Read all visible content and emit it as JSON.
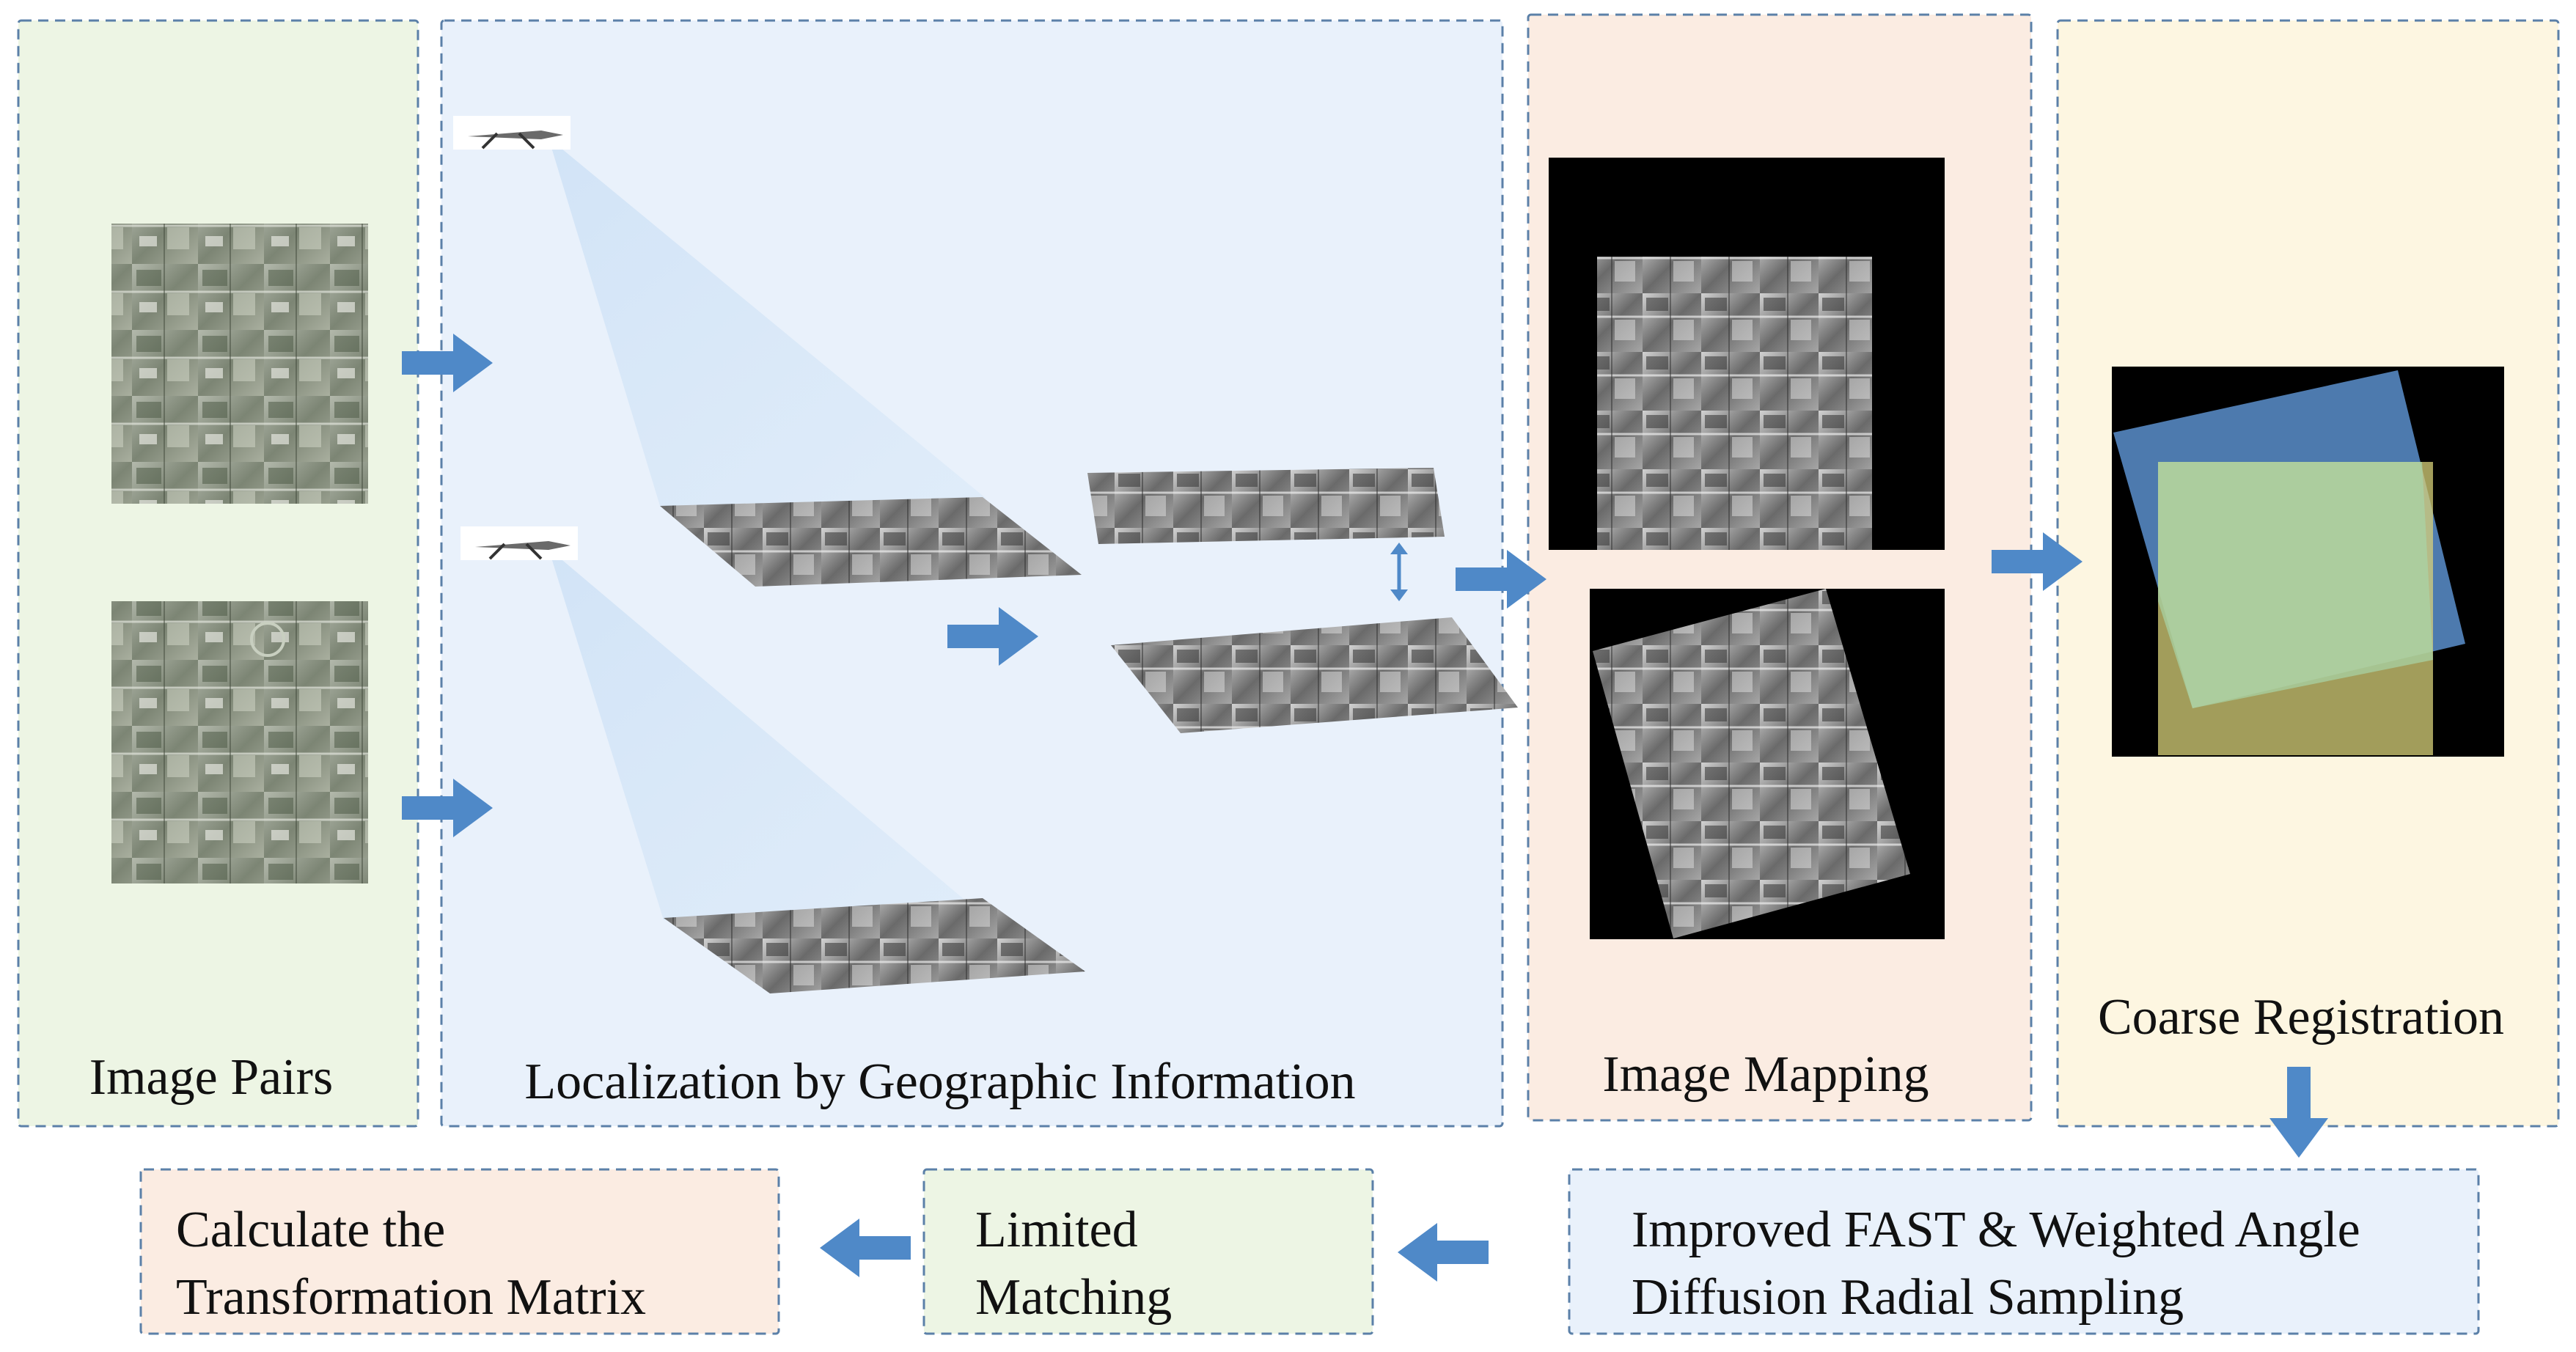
{
  "panels": {
    "image_pairs": {
      "label": "Image Pairs",
      "color": "#edf5e4"
    },
    "localization": {
      "label": "Localization by Geographic Information",
      "color": "#e9f1fb"
    },
    "image_mapping": {
      "label": "Image Mapping",
      "color": "#fbece2"
    },
    "coarse_registration": {
      "label": "Coarse Registration",
      "color": "#fdf6e1"
    }
  },
  "bottom_steps": {
    "feature_step": {
      "line1": "Improved FAST & Weighted Angle",
      "line2": "Diffusion Radial Sampling",
      "color": "#e9f1fb"
    },
    "matching_step": {
      "line1": "Limited",
      "line2": "Matching",
      "color": "#edf5e4"
    },
    "transform_step": {
      "line1": "Calculate the",
      "line2": "Transformation Matrix",
      "color": "#fbece2"
    }
  },
  "colors": {
    "border": "#5b80a8",
    "arrow": "#4f89c8",
    "aerial_dark": "#5e6a56",
    "aerial_light": "#9aa394",
    "overlay_blue": "#5b8fcc",
    "overlay_yellow": "#d8d27a",
    "overlay_green": "#a8d4a8"
  },
  "icons": {
    "uav": "uav-drone-icon",
    "arrow": "right-arrow-icon"
  }
}
